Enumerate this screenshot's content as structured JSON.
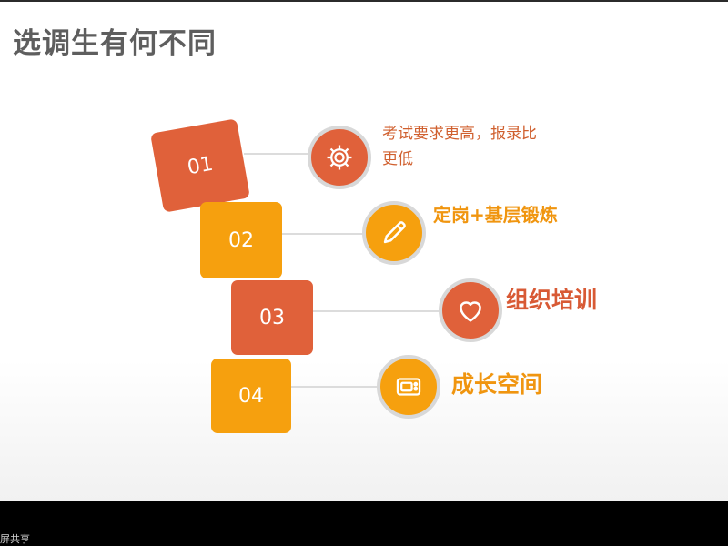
{
  "slide": {
    "title": "选调生有何不同",
    "items": [
      {
        "number": "01",
        "text_line1": "考试要求更高，报录比",
        "text_line2": "更低",
        "icon": "gear-icon",
        "color": "#e0613a"
      },
      {
        "number": "02",
        "text": "定岗+基层锻炼",
        "icon": "pencil-icon",
        "color": "#f6a00e"
      },
      {
        "number": "03",
        "text": "组织培训",
        "icon": "heart-icon",
        "color": "#e0613a"
      },
      {
        "number": "04",
        "text": "成长空间",
        "icon": "tv-icon",
        "color": "#f6a00e"
      }
    ]
  },
  "footer": {
    "share_text": "屏共享"
  }
}
